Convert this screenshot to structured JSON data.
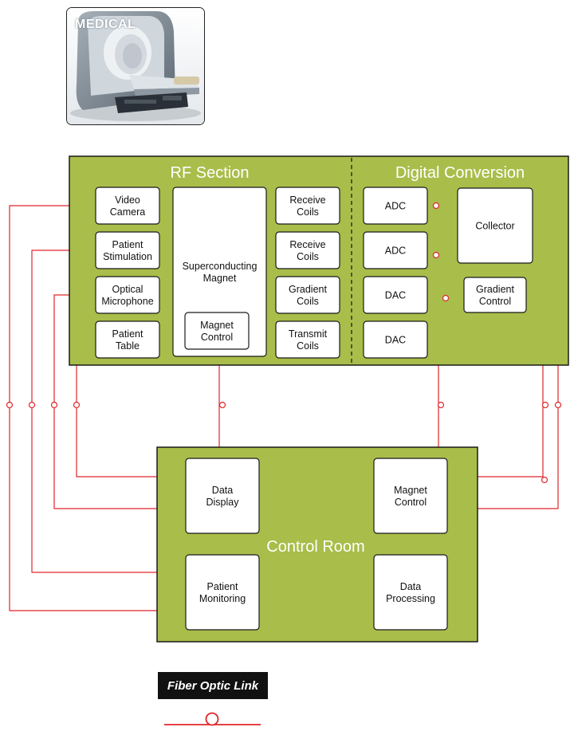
{
  "photo": {
    "label": "MEDICAL"
  },
  "sections": {
    "rf": "RF Section",
    "digital": "Digital Conversion",
    "control": "Control Room"
  },
  "rf_blocks": {
    "video_camera": [
      "Video",
      "Camera"
    ],
    "patient_stimulation": [
      "Patient",
      "Stimulation"
    ],
    "optical_microphone": [
      "Optical",
      "Microphone"
    ],
    "patient_table": [
      "Patient",
      "Table"
    ],
    "superconducting_magnet": [
      "Superconducting",
      "Magnet"
    ],
    "magnet_control": [
      "Magnet",
      "Control"
    ],
    "receive_coils_1": [
      "Receive",
      "Coils"
    ],
    "receive_coils_2": [
      "Receive",
      "Coils"
    ],
    "gradient_coils": [
      "Gradient",
      "Coils"
    ],
    "transmit_coils": [
      "Transmit",
      "Coils"
    ]
  },
  "digital_blocks": {
    "adc_1": [
      "ADC"
    ],
    "adc_2": [
      "ADC"
    ],
    "dac_1": [
      "DAC"
    ],
    "dac_2": [
      "DAC"
    ],
    "collector": [
      "Collector"
    ],
    "gradient_control": [
      "Gradient",
      "Control"
    ]
  },
  "control_blocks": {
    "data_display": [
      "Data",
      "Display"
    ],
    "magnet_control": [
      "Magnet",
      "Control"
    ],
    "patient_monitoring": [
      "Patient",
      "Monitoring"
    ],
    "data_processing": [
      "Data",
      "Processing"
    ]
  },
  "legend": {
    "label": "Fiber Optic Link"
  },
  "colors": {
    "panel": "#a9bd4a",
    "link": "#e0262c",
    "border": "#1a1a1a"
  }
}
